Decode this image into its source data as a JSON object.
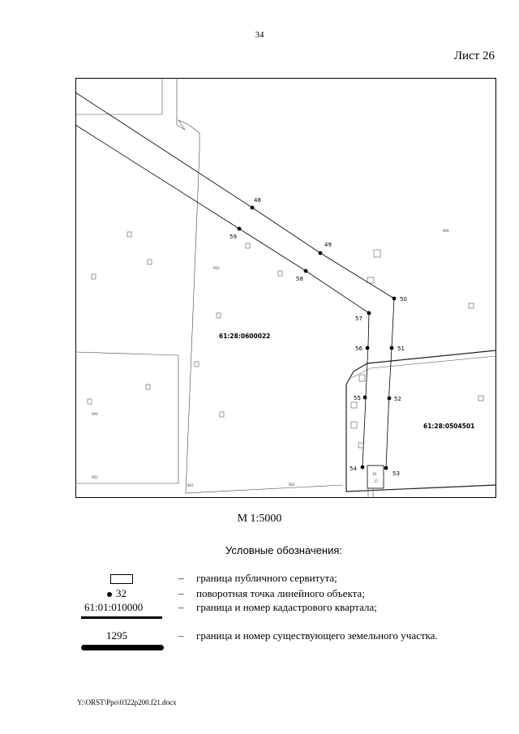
{
  "page": {
    "number": "34",
    "sheet_label": "Лист 26"
  },
  "map": {
    "quarters": [
      {
        "id": "quarter-west",
        "label": "61:28:0600022"
      },
      {
        "id": "quarter-east",
        "label": "61:28:0504501"
      }
    ],
    "points": [
      {
        "number": "48"
      },
      {
        "number": "49"
      },
      {
        "number": "50"
      },
      {
        "number": "51"
      },
      {
        "number": "52"
      },
      {
        "number": "53"
      },
      {
        "number": "54"
      },
      {
        "number": "55"
      },
      {
        "number": "56"
      },
      {
        "number": "57"
      },
      {
        "number": "58"
      },
      {
        "number": "59"
      }
    ],
    "small_labels": [
      "902",
      "906",
      "906",
      "902",
      "902",
      "902",
      "39",
      "37"
    ]
  },
  "scale": "М 1:5000",
  "legend": {
    "title": "Условные обозначения:",
    "items": [
      {
        "symbol_text": "",
        "dash": "–",
        "text": "граница публичного сервитута;"
      },
      {
        "symbol_text": "32",
        "dash": "–",
        "text": "поворотная точка линейного объекта;"
      },
      {
        "symbol_text": "61:01:010000",
        "dash": "–",
        "text": "граница и номер кадастрового квартала;"
      },
      {
        "symbol_text": "1295",
        "dash": "–",
        "text": "граница и номер существующего земельного участка."
      }
    ]
  },
  "footer": "Y:\\ORST\\Ppo\\0322p200.f21.docx"
}
